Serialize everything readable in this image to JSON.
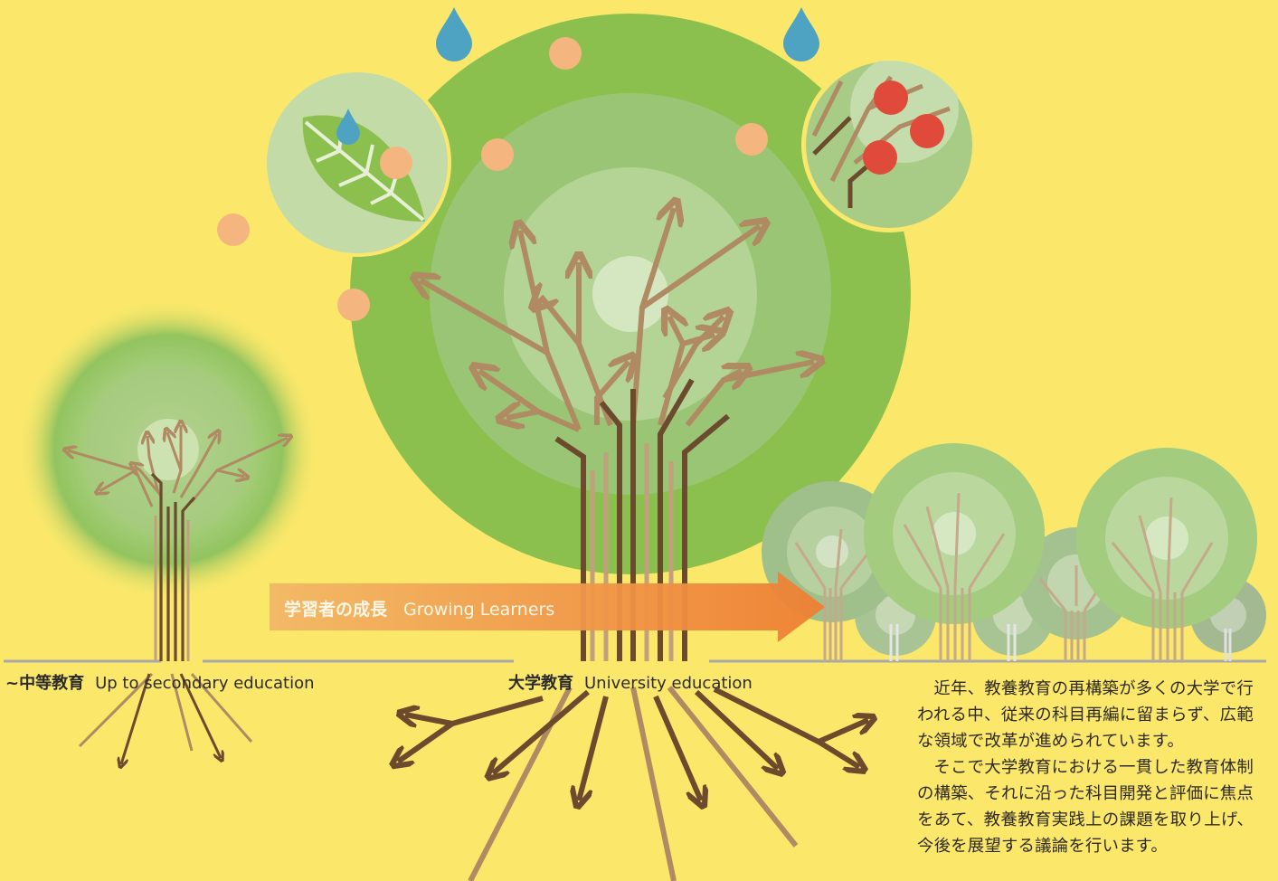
{
  "labels": {
    "secondary_jp": "~中等教育",
    "secondary_en": "Up to secondary education",
    "university_jp": "大学教育",
    "university_en": "University education",
    "growth_jp": "学習者の成長",
    "growth_en": "Growing Learners"
  },
  "description": {
    "p1": "近年、教養教育の再構築が多くの大学で行われる中、従来の科目再編に留まらず、広範な領域で改革が進められています。",
    "p2": "そこで大学教育における一貫した教育体制の構築、それに沿った科目開発と評価に焦点をあて、教養教育実践上の課題を取り上げ、今後を展望する議論を行います。"
  },
  "colors": {
    "background": "#FBE86B",
    "canopy_dark": "#8CC04E",
    "canopy_mid": "#A3C97F",
    "canopy_light": "#C3DDA8",
    "branch": "#B08A63",
    "trunk": "#6B4A2E",
    "arrow": "#EE8A3C",
    "fruit": "#E04A3A",
    "seed": "#F4B67E",
    "water": "#4FA3C2",
    "ground": "#A8A8A8"
  },
  "icons": [
    "water-drop-icon",
    "leaf-icon",
    "fruit-icon",
    "seed-icon"
  ]
}
